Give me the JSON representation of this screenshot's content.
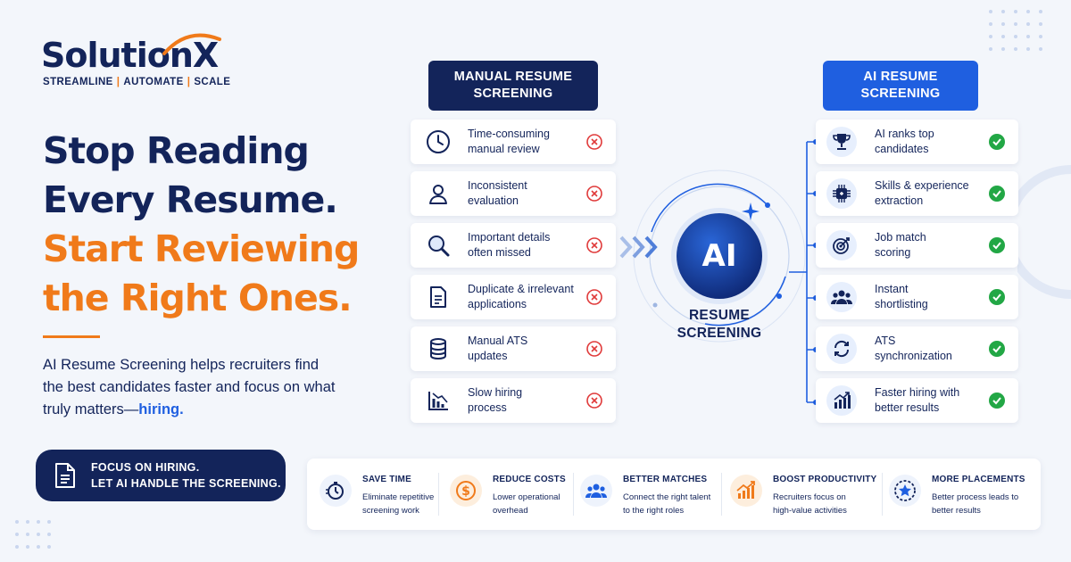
{
  "brand": {
    "name": "SolutionX",
    "tagline_parts": [
      "STREAMLINE",
      "AUTOMATE",
      "SCALE"
    ],
    "tagline_separator": "|",
    "colors": {
      "navy": "#13245a",
      "orange": "#f07a1a",
      "blue": "#1f5fe0"
    }
  },
  "headline": {
    "line1": "Stop Reading",
    "line2": "Every Resume.",
    "line3": "Start Reviewing",
    "line4": "the Right Ones."
  },
  "description": {
    "text": "AI Resume Screening helps recruiters find the best candidates faster and focus on what truly matters—",
    "highlight": "hiring."
  },
  "focus_pill": {
    "icon": "document-icon",
    "line1": "FOCUS ON HIRING.",
    "line2": "LET AI HANDLE THE SCREENING."
  },
  "manual": {
    "title_line1": "MANUAL RESUME",
    "title_line2": "SCREENING",
    "status_icon": "x-circle-icon",
    "items": [
      {
        "icon": "clock-icon",
        "line1": "Time-consuming",
        "line2": "manual review"
      },
      {
        "icon": "user-icon",
        "line1": "Inconsistent",
        "line2": "evaluation"
      },
      {
        "icon": "magnifier-icon",
        "line1": "Important details",
        "line2": "often missed"
      },
      {
        "icon": "document-icon",
        "line1": "Duplicate & irrelevant",
        "line2": "applications"
      },
      {
        "icon": "database-icon",
        "line1": "Manual ATS",
        "line2": "updates"
      },
      {
        "icon": "chart-down-icon",
        "line1": "Slow hiring",
        "line2": "process"
      }
    ]
  },
  "center": {
    "circle_text": "AI",
    "label_line1": "RESUME",
    "label_line2": "SCREENING"
  },
  "ai": {
    "title_line1": "AI RESUME",
    "title_line2": "SCREENING",
    "status_icon": "check-circle-icon",
    "items": [
      {
        "icon": "trophy-icon",
        "line1": "AI ranks top",
        "line2": "candidates"
      },
      {
        "icon": "chip-icon",
        "line1": "Skills & experience",
        "line2": "extraction"
      },
      {
        "icon": "target-icon",
        "line1": "Job match",
        "line2": "scoring"
      },
      {
        "icon": "users-icon",
        "line1": "Instant",
        "line2": "shortlisting"
      },
      {
        "icon": "sync-icon",
        "line1": "ATS",
        "line2": "synchronization"
      },
      {
        "icon": "chart-up-icon",
        "line1": "Faster hiring with",
        "line2": "better results"
      }
    ]
  },
  "benefits": [
    {
      "icon": "stopwatch-icon",
      "title": "SAVE TIME",
      "line1": "Eliminate repetitive",
      "line2": "screening work"
    },
    {
      "icon": "dollar-icon",
      "title": "REDUCE COSTS",
      "line1": "Lower operational",
      "line2": "overhead"
    },
    {
      "icon": "users-icon",
      "title": "BETTER MATCHES",
      "line1": "Connect the right talent",
      "line2": "to the right roles"
    },
    {
      "icon": "growth-chart-icon",
      "title": "BOOST PRODUCTIVITY",
      "line1": "Recruiters focus on",
      "line2": "high-value activities"
    },
    {
      "icon": "star-badge-icon",
      "title": "MORE PLACEMENTS",
      "line1": "Better process leads to",
      "line2": "better results"
    }
  ]
}
